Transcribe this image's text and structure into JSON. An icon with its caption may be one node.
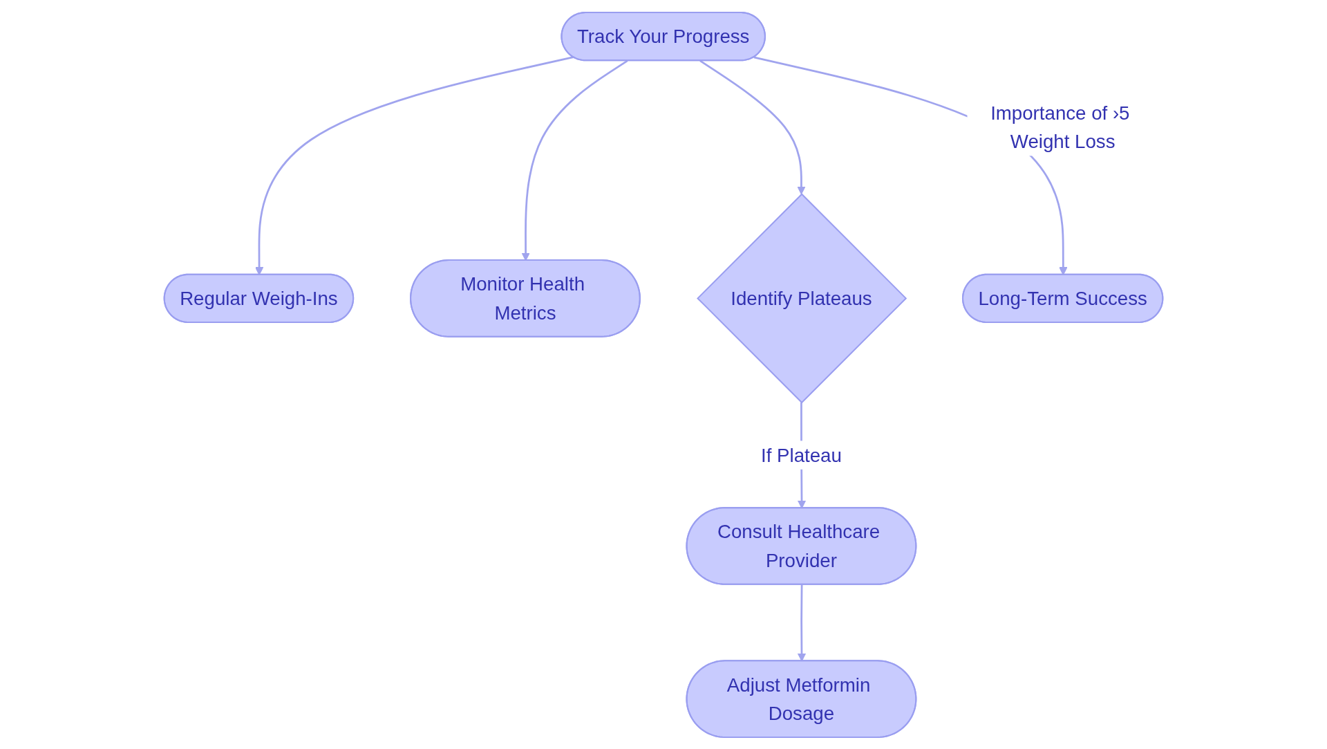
{
  "diagram": {
    "nodes": [
      {
        "text": [
          "Track Your Progress"
        ]
      },
      {
        "text": [
          "Regular Weigh-Ins"
        ]
      },
      {
        "text": [
          "Monitor Health Metrics"
        ]
      },
      {
        "text": [
          "Identify Plateaus"
        ]
      },
      {
        "text": [
          "Long-Term Success"
        ]
      },
      {
        "text": [
          "Consult Healthcare Provider"
        ]
      },
      {
        "text": [
          "Adjust Metformin Dosage"
        ]
      }
    ],
    "edges": [
      {
        "from": 0,
        "to": 1,
        "arrow": "to"
      },
      {
        "from": 0,
        "to": 2,
        "arrow": "to"
      },
      {
        "from": 0,
        "to": 3,
        "arrow": "to"
      },
      {
        "from": 0,
        "to": 4,
        "arrow": "to",
        "label": "Importance of ›5 Weight Loss"
      },
      {
        "from": 3,
        "to": 5,
        "arrow": "to",
        "label": "If Plateau"
      },
      {
        "from": 5,
        "to": 6,
        "arrow": "to"
      }
    ]
  }
}
